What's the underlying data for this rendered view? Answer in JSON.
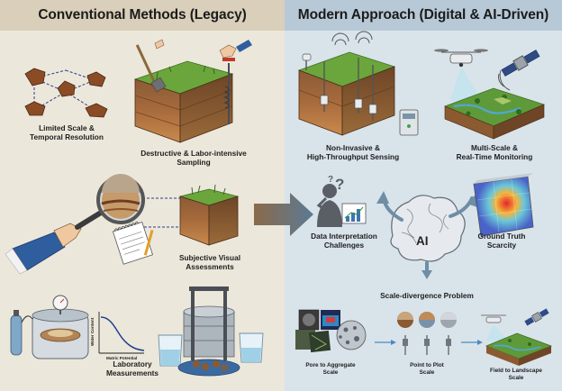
{
  "headers": {
    "left": "Conventional Methods (Legacy)",
    "right": "Modern Approach (Digital & AI-Driven)"
  },
  "legacy": {
    "limited_scale": [
      "Limited Scale &",
      "Temporal Resolution"
    ],
    "destructive": [
      "Destructive & Labor-intensive",
      "Sampling"
    ],
    "subjective": [
      "Subjective Visual",
      "Assessments"
    ],
    "laboratory": [
      "Laboratory",
      "Measurements"
    ],
    "curve_y_axis": "Water Content",
    "curve_x_axis": "Matric Potential"
  },
  "modern": {
    "non_invasive": [
      "Non-Invasive &",
      "High-Throughput Sensing"
    ],
    "multi_scale": [
      "Multi-Scale &",
      "Real-Time Monitoring"
    ],
    "interpretation": [
      "Data Interpretation",
      "Challenges"
    ],
    "ground_truth": [
      "Ground Truth",
      "Scarcity"
    ],
    "ai_label": "AI",
    "scale_divergence": "Scale-divergence Problem",
    "pore": [
      "Pore to Aggregate",
      "Scale"
    ],
    "point": [
      "Point to Plot",
      "Scale"
    ],
    "field": [
      "Field to Landscape",
      "Scale"
    ]
  }
}
